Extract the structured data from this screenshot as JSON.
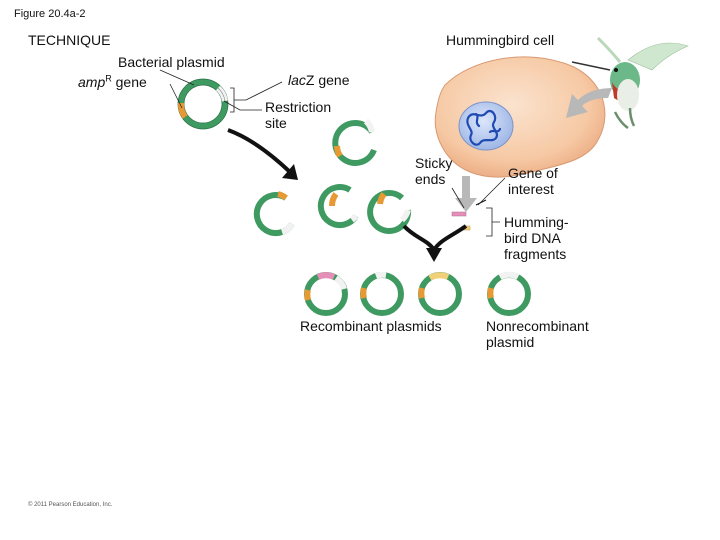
{
  "figure_label": "Figure 20.4a-2",
  "section_label": "TECHNIQUE",
  "labels": {
    "bacterial_plasmid": "Bacterial plasmid",
    "ampr_gene_prefix": "amp",
    "ampr_gene_sup": "R",
    "ampr_gene_suffix": " gene",
    "lacz_gene_italic": "lac",
    "lacz_gene_suffix": "Z gene",
    "restriction_site_line1": "Restriction",
    "restriction_site_line2": "site",
    "hummingbird_cell": "Hummingbird cell",
    "sticky_ends_line1": "Sticky",
    "sticky_ends_line2": "ends",
    "gene_of_interest_line1": "Gene of",
    "gene_of_interest_line2": "interest",
    "dna_fragments_line1": "Humming-",
    "dna_fragments_line2": "bird DNA",
    "dna_fragments_line3": "fragments",
    "recombinant_plasmids": "Recombinant plasmids",
    "nonrecombinant_line1": "Nonrecombinant",
    "nonrecombinant_line2": "plasmid"
  },
  "copyright": "© 2011 Pearson Education, Inc.",
  "colors": {
    "plasmid_green": "#3f9a62",
    "amp_orange": "#e79a34",
    "lacz_white": "#f2f2f2",
    "pink_insert": "#e58fb8",
    "cell_peach": "#f6c9a4",
    "nucleus_blue": "#9fb7e6",
    "dna_blue": "#1f4ab3"
  }
}
